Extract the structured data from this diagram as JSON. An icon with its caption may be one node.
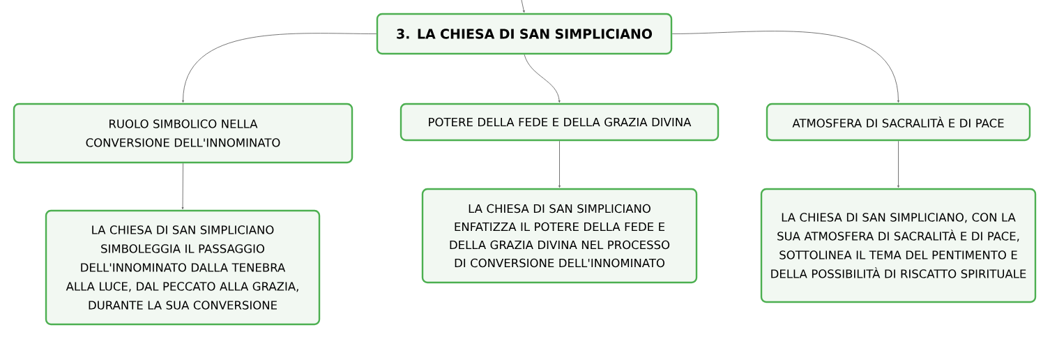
{
  "diagram": {
    "nodes": [
      {
        "text": [
          "3. LA CHIESA DI SAN SIMPLICIANO"
        ]
      },
      {
        "text": [
          "RUOLO SIMBOLICO NELLA CONVERSIONE DELL'INNOMINATO"
        ]
      },
      {
        "text": [
          "POTERE DELLA FEDE E DELLA GRAZIA DIVINA"
        ]
      },
      {
        "text": [
          "ATMOSFERA DI SACRALITÀ E DI PACE"
        ]
      },
      {
        "text": [
          "LA CHIESA DI SAN SIMPLICIANO SIMBOLEGGIA IL PASSAGGIO DELL'INNOMINATO DALLA TENEBRA ALLA LUCE, DAL PECCATO ALLA GRAZIA, DURANTE LA SUA CONVERSIONE"
        ]
      },
      {
        "text": [
          "LA CHIESA DI SAN SIMPLICIANO ENFATIZZA IL POTERE DELLA FEDE E DELLA GRAZIA DIVINA NEL PROCESSO DI CONVERSIONE DELL'INNOMINATO"
        ]
      },
      {
        "text": [
          "LA CHIESA DI SAN SIMPLICIANO, CON LA SUA ATMOSFERA DI SACRALITÀ E DI PACE, SOTTOLINEA IL TEMA DEL PENTIMENTO E DELLA POSSIBILITÀ DI RISCATTO SPIRITUALE"
        ]
      }
    ],
    "edges": [
      {
        "from": null,
        "to": 0,
        "arrow": "to"
      },
      {
        "from": 0,
        "to": 1,
        "arrow": "to"
      },
      {
        "from": 0,
        "to": 2,
        "arrow": "to"
      },
      {
        "from": 0,
        "to": 3,
        "arrow": "to"
      },
      {
        "from": 1,
        "to": 4,
        "arrow": "to"
      },
      {
        "from": 2,
        "to": 5,
        "arrow": "to"
      },
      {
        "from": 3,
        "to": 6,
        "arrow": "to"
      }
    ]
  }
}
